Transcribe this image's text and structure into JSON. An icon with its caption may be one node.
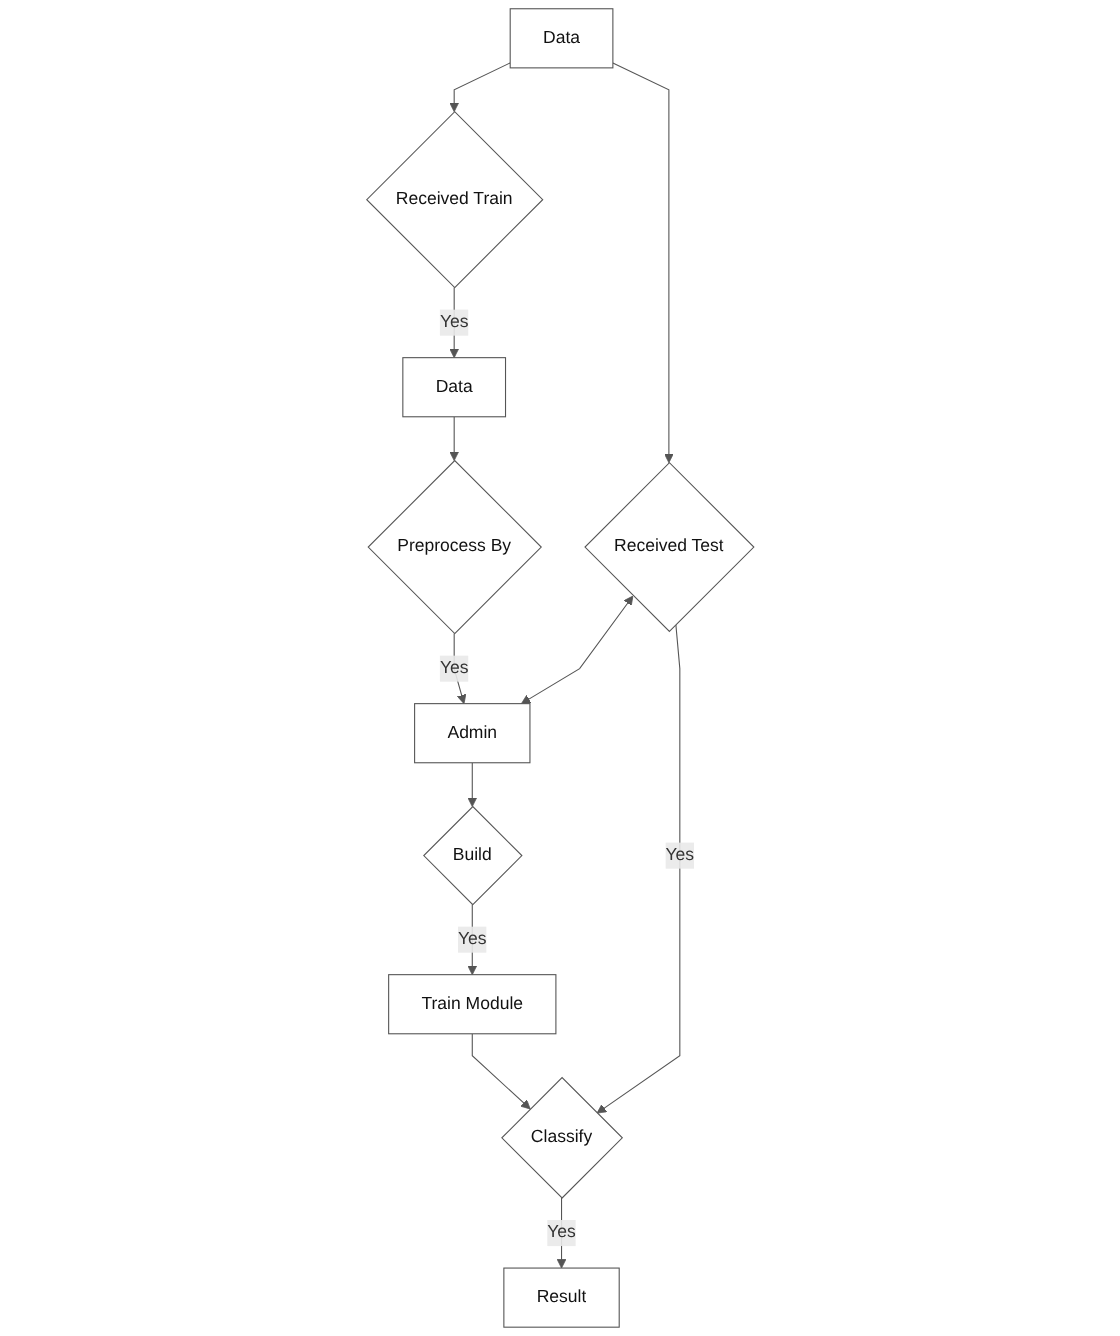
{
  "diagram": {
    "nodes": [
      {
        "text": [
          "Data"
        ]
      },
      {
        "text": [
          "Received Train"
        ]
      },
      {
        "text": [
          "Data"
        ]
      },
      {
        "text": [
          "Preprocess By"
        ]
      },
      {
        "text": [
          "Received Test"
        ]
      },
      {
        "text": [
          "Admin"
        ]
      },
      {
        "text": [
          "Build"
        ]
      },
      {
        "text": [
          "Classify"
        ]
      },
      {
        "text": [
          "Train Module"
        ]
      },
      {
        "text": [
          "Result"
        ]
      }
    ],
    "edges": [
      {
        "from": 0,
        "to": 1,
        "arrow": "to"
      },
      {
        "from": 1,
        "to": 2,
        "label": "Yes",
        "arrow": "to"
      },
      {
        "from": 2,
        "to": 3,
        "arrow": "to"
      },
      {
        "from": 0,
        "to": 4,
        "arrow": "to"
      },
      {
        "from": 3,
        "to": 5,
        "label": "Yes",
        "arrow": "to"
      },
      {
        "from": 4,
        "to": 5,
        "arrow": "both"
      },
      {
        "from": 5,
        "to": 6,
        "arrow": "to"
      },
      {
        "from": 4,
        "to": 7,
        "label": "Yes",
        "arrow": "to"
      },
      {
        "from": 6,
        "to": 8,
        "label": "Yes",
        "arrow": "to"
      },
      {
        "from": 8,
        "to": 7,
        "arrow": "to"
      },
      {
        "from": 7,
        "to": 9,
        "label": "Yes",
        "arrow": "to"
      }
    ]
  }
}
